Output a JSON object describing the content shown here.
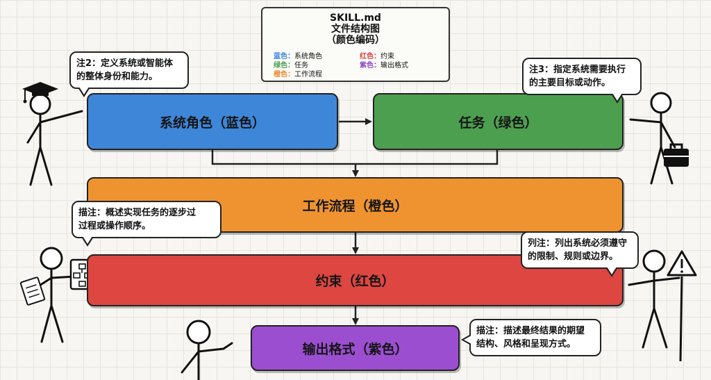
{
  "legend": {
    "title_line1": "SKILL.md",
    "title_line2": "文件结构图",
    "title_line3": "（颜色编码）",
    "items": [
      {
        "color_label": "蓝色：",
        "meaning": "系统角色",
        "color": "#3a83d6"
      },
      {
        "color_label": "红色：",
        "meaning": "约束",
        "color": "#d9403a"
      },
      {
        "color_label": "绿色：",
        "meaning": "任务",
        "color": "#4b9e4f"
      },
      {
        "color_label": "紫色：",
        "meaning": "输出格式",
        "color": "#8e44c8"
      },
      {
        "color_label": "橙色：",
        "meaning": "工作流程",
        "color": "#e88a2c"
      }
    ]
  },
  "boxes": {
    "role": {
      "label": "系统角色（蓝色）",
      "color": "#3e86d8"
    },
    "task": {
      "label": "任务（绿色）",
      "color": "#4d9f50"
    },
    "workflow": {
      "label": "工作流程（橙色）",
      "color": "#ef9331"
    },
    "constraint": {
      "label": "约束（红色）",
      "color": "#dd4641"
    },
    "output": {
      "label": "输出格式（紫色）",
      "color": "#9b4fd0"
    }
  },
  "notes": {
    "note2": {
      "line1": "注2：定义系统或智能体",
      "line2": "的整体身份和能力。"
    },
    "note3": {
      "line1": "注3：指定系统需要执行",
      "line2": "的主要目标或动作。"
    },
    "workflow_note": {
      "line1": "描注：概述实现任务的逐步过",
      "line2": "过程或操作顺序。"
    },
    "constraint_note": {
      "line1": "列注：列出系统必须遵守",
      "line2": "的限制、规则或边界。"
    },
    "output_note": {
      "line1": "描注：描述最终结果的期望",
      "line2": "结构、风格和呈现方式。"
    }
  },
  "icons": [
    "graduation-cap-icon",
    "toolbox-icon",
    "clipboard-icon",
    "flowchart-card-icon",
    "warning-icon"
  ]
}
